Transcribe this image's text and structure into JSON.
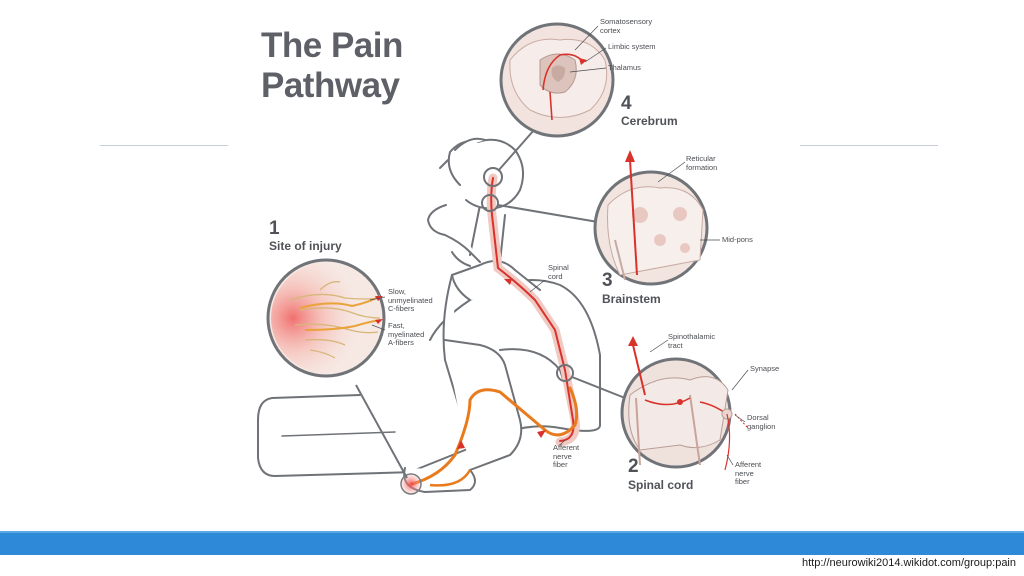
{
  "slide": {
    "title_line1": "The Pain",
    "title_line2": "Pathway",
    "source_url": "http://neurowiki2014.wikidot.com/group:pain",
    "colors": {
      "accent_bar": "#2e8ad8",
      "pathway": "#d9322b",
      "fiber_orange": "#e87b1e",
      "tissue": "#f2d6cf"
    }
  },
  "steps": [
    {
      "number": "1",
      "label": "Site of injury"
    },
    {
      "number": "2",
      "label": "Spinal cord"
    },
    {
      "number": "3",
      "label": "Brainstem"
    },
    {
      "number": "4",
      "label": "Cerebrum"
    }
  ],
  "annotations": {
    "somatosensory": "Somatosensory\ncortex",
    "limbic": "Limbic system",
    "thalamus": "Thalamus",
    "reticular": "Reticular\nformation",
    "midpons": "Mid-pons",
    "spinal_cord": "Spinal\ncord",
    "c_fibers": "Slow,\nunmyelinated\nC-fibers",
    "a_fibers": "Fast,\nmyelinated\nA-fibers",
    "spinothalamic": "Spinothalamic\ntract",
    "synapse": "Synapse",
    "dorsal": "Dorsal\nganglion",
    "afferent_right": "Afferent\nnerve\nfiber",
    "afferent_mid": "Afferent\nnerve\nfiber"
  }
}
